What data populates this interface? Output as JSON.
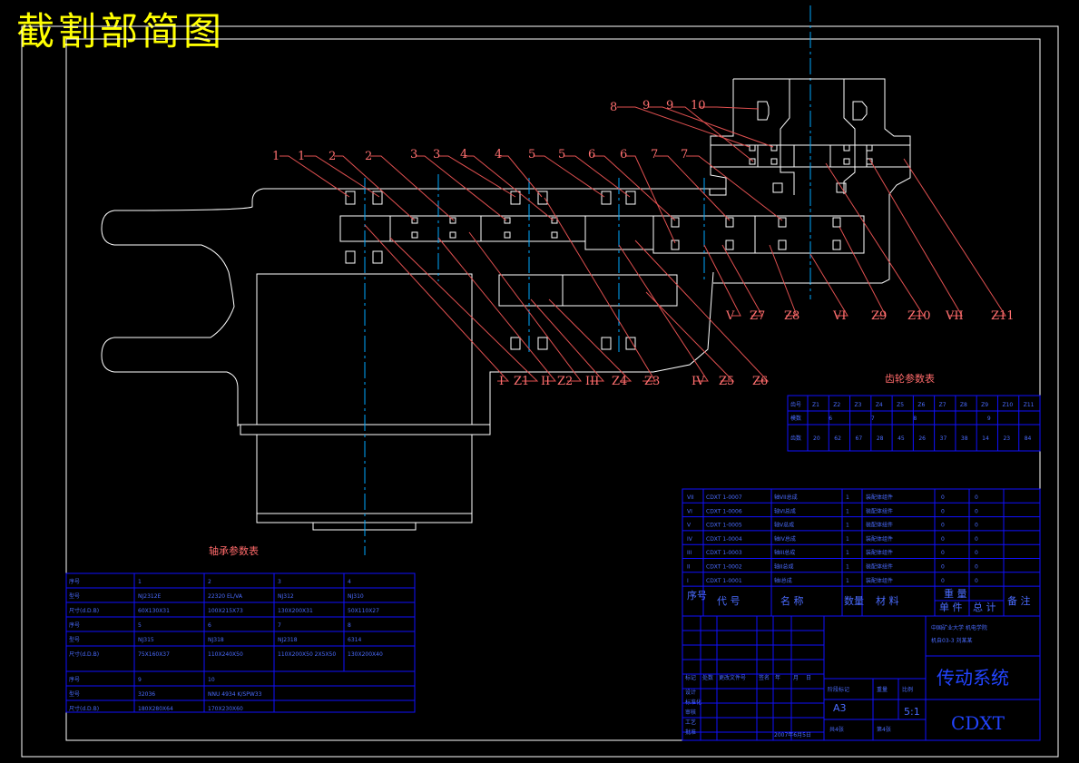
{
  "title": "截割部简图",
  "leader_labels_top": [
    "1",
    "1",
    "2",
    "2",
    "3",
    "3",
    "4",
    "4",
    "5",
    "5",
    "6",
    "6",
    "7",
    "7"
  ],
  "leader_labels_upper": [
    "8",
    "9",
    "9",
    "10"
  ],
  "leader_labels_bottom": [
    "I",
    "Z1",
    "II",
    "Z2",
    "III",
    "Z4",
    "Z3",
    "IV",
    "Z5",
    "Z6"
  ],
  "leader_labels_right": [
    "V",
    "Z7",
    "Z8",
    "VI",
    "Z9",
    "Z10",
    "VII",
    "Z11"
  ],
  "gear_table": {
    "title": "齿轮参数表",
    "headers": [
      "齿号",
      "Z1",
      "Z2",
      "Z3",
      "Z4",
      "Z5",
      "Z6",
      "Z7",
      "Z8",
      "Z9",
      "Z10",
      "Z11"
    ],
    "row_module_label": "模数",
    "module_groups": [
      "6",
      "7",
      "8",
      "9"
    ],
    "row_teeth_label": "齿数",
    "teeth": [
      "20",
      "62",
      "67",
      "28",
      "45",
      "26",
      "37",
      "38",
      "14",
      "23",
      "84"
    ]
  },
  "bearing_table": {
    "title": "轴承参数表",
    "rows": [
      [
        "序号",
        "1",
        "2",
        "3",
        "4"
      ],
      [
        "型号",
        "NJ2312E",
        "22320 EL/VA",
        "NJ312",
        "NJ310"
      ],
      [
        "尺寸(d.D.B)",
        "60X130X31",
        "100X215X73",
        "130X200X31",
        "50X110X27"
      ],
      [
        "序号",
        "5",
        "6",
        "7",
        "8"
      ],
      [
        "型号",
        "NJ315",
        "NJ318",
        "NJ2318",
        "6314"
      ],
      [
        "尺寸(d.D.B)",
        "75X160X37",
        "110X240X50",
        "110X200X50 2X5X50",
        "130X200X40"
      ],
      [
        "序号",
        "9",
        "10",
        "",
        ""
      ],
      [
        "型号",
        "32036",
        "NNU 4934 K/SPW33",
        "",
        ""
      ],
      [
        "尺寸(d.D.B)",
        "180X280X64",
        "170X230X60",
        "",
        ""
      ]
    ]
  },
  "parts_list": {
    "rows": [
      [
        "VII",
        "CDXT 1-0007",
        "轴VII总成",
        "1",
        "装配体组件",
        "0",
        "0"
      ],
      [
        "VI",
        "CDXT 1-0006",
        "轴VI总成",
        "1",
        "装配体组件",
        "0",
        "0"
      ],
      [
        "V",
        "CDXT 1-0005",
        "轴V总成",
        "1",
        "装配体组件",
        "0",
        "0"
      ],
      [
        "IV",
        "CDXT 1-0004",
        "轴IV总成",
        "1",
        "装配体组件",
        "0",
        "0"
      ],
      [
        "III",
        "CDXT 1-0003",
        "轴III总成",
        "1",
        "装配体组件",
        "0",
        "0"
      ],
      [
        "II",
        "CDXT 1-0002",
        "轴II总成",
        "1",
        "装配体组件",
        "0",
        "0"
      ],
      [
        "I",
        "CDXT 1-0001",
        "轴I总成",
        "1",
        "装配体组件",
        "0",
        "0"
      ]
    ],
    "header": [
      "序号",
      "代 号",
      "名 称",
      "数量",
      "材 料",
      "单 件",
      "总 计",
      "备 注"
    ],
    "weight_label": "重 量"
  },
  "title_block": {
    "school_line1": "中国矿业大学 机电学院",
    "school_line2": "机自03-3 刘某某",
    "drawing_name": "传动系统",
    "drawing_code": "CDXT",
    "scale_label": "比例",
    "scale": "5:1",
    "stage_label": "阶段标记",
    "weight_label": "重量",
    "sheet_size": "A3",
    "total_sheets": "共4张",
    "sheet_no": "第4张",
    "rev_cells": [
      "标记",
      "处数",
      "更改文件号",
      "签名",
      "年",
      "月",
      "日"
    ],
    "role_cells": [
      "设计",
      "标准化",
      "审核",
      "工艺",
      "批准"
    ],
    "date_cell": "2007年6月5日"
  }
}
